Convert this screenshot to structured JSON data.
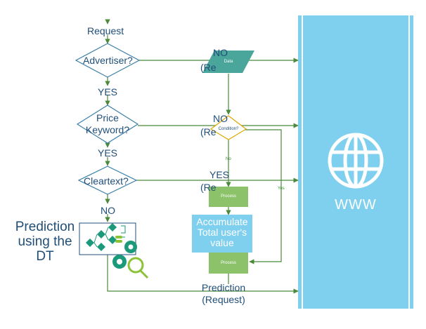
{
  "flow": {
    "request_label": "Request",
    "advertiser_q": "Advertiser?",
    "price_q_line1": "Price",
    "price_q_line2": "Keyword?",
    "cleartext_q": "Cleartext?",
    "yes1": "YES",
    "yes2": "YES",
    "no_final": "NO",
    "no_branch1": "NO",
    "request_branch1": "(Re",
    "no_branch2": "NO",
    "request_branch2": "(Re",
    "yes_branch3": "YES",
    "request_branch3": "(Re",
    "prediction_label_line1": "Prediction",
    "prediction_label_line2": "(Request)"
  },
  "dt": {
    "title_line1": "Prediction",
    "title_line2": "using the",
    "title_line3": "DT"
  },
  "process": {
    "data_label": "Data",
    "condition_label": "Condition?",
    "no_label": "No",
    "yes_label": "Yes",
    "process1_label": "Process",
    "process2_label": "Process",
    "accumulate_line1": "Accumulate",
    "accumulate_line2": "Total user's",
    "accumulate_line3": "value"
  },
  "web": {
    "label": "WWW",
    "icon": "globe-icon",
    "color": "#7fd0ee"
  },
  "colors": {
    "primary_blue": "#1f4e79",
    "diamond_fill": "#ffffff",
    "diamond_stroke": "#3b7fa8",
    "line_green": "#4a8a3a",
    "teal": "#4aa59a",
    "process_green": "#8cc26a",
    "condition_stroke": "#e0a800",
    "light_blue": "#7fd0ee"
  }
}
